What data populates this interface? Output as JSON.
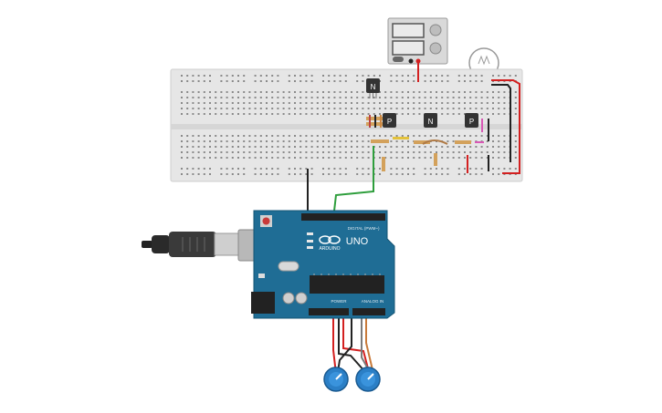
{
  "board": {
    "brand": "ARDUINO",
    "model": "UNO",
    "digital_header": "DIGITAL (PWM~)",
    "power_header": "POWER",
    "analog_header": "ANALOG IN",
    "accent": "#1f6d95"
  },
  "transistors": [
    {
      "type": "N"
    },
    {
      "type": "P"
    },
    {
      "type": "N"
    },
    {
      "type": "P"
    }
  ],
  "colors": {
    "breadboard": "#e6e6e6",
    "wire_red": "#d32020",
    "wire_black": "#222222",
    "wire_green": "#2e9e3c",
    "potentiometer": "#2b7fc6"
  },
  "icons": [
    "power-supply-icon",
    "light-bulb-icon",
    "usb-cable-icon",
    "potentiometer-icon"
  ]
}
